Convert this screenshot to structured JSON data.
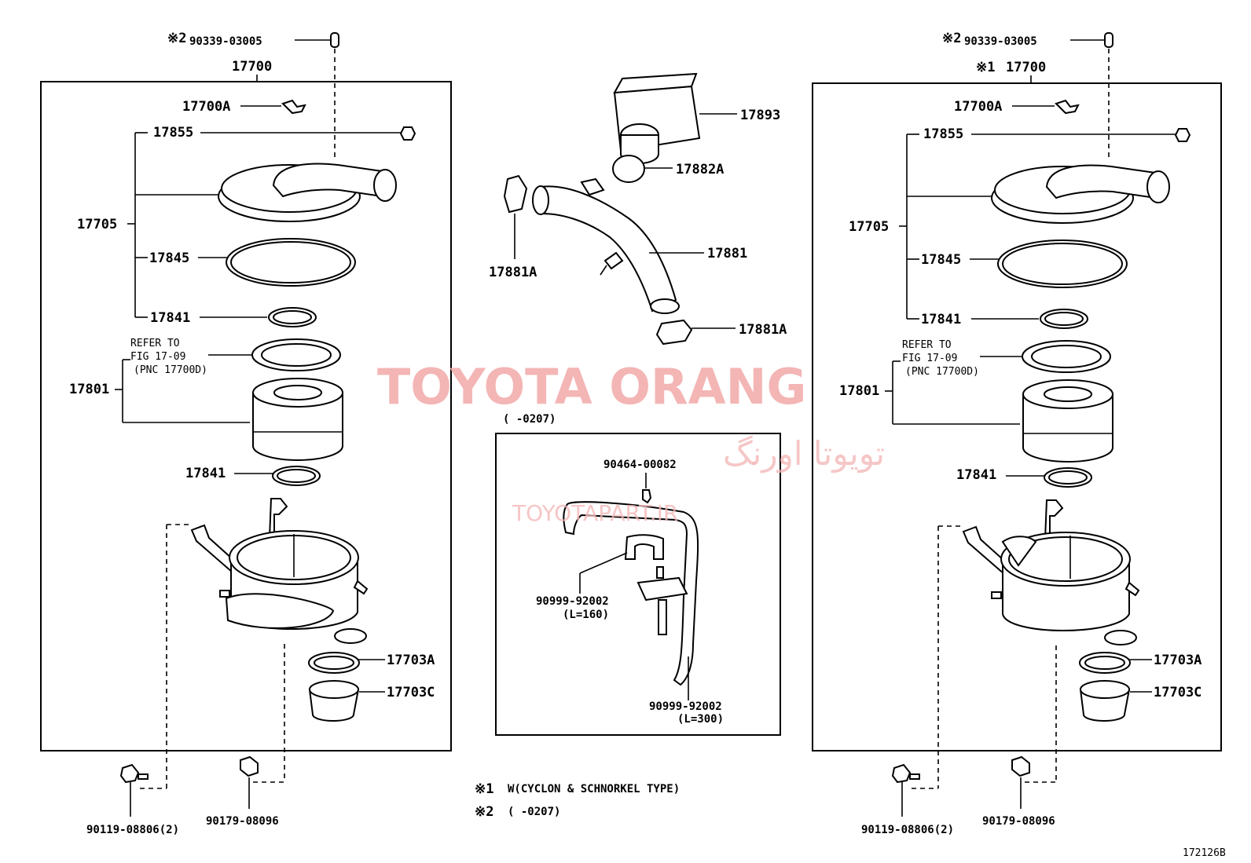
{
  "left_panel": {
    "note2": "※2",
    "pn_90339": "90339-03005",
    "pn_17700": "17700",
    "pn_17700A": "17700A",
    "pn_17855": "17855",
    "pn_17705": "17705",
    "pn_17845": "17845",
    "pn_17841_top": "17841",
    "refer_1": "REFER TO",
    "refer_2": "FIG 17-09",
    "refer_3": "(PNC 17700D)",
    "pn_17801": "17801",
    "pn_17841_low": "17841",
    "pn_17703A": "17703A",
    "pn_17703C": "17703C",
    "pn_90119": "90119-08806(2)",
    "pn_90179": "90179-08096"
  },
  "right_panel": {
    "note2": "※2",
    "pn_90339": "90339-03005",
    "note1": "※1",
    "pn_17700": "17700",
    "pn_17700A": "17700A",
    "pn_17855": "17855",
    "pn_17705": "17705",
    "pn_17845": "17845",
    "pn_17841_top": "17841",
    "refer_1": "REFER TO",
    "refer_2": "FIG 17-09",
    "refer_3": "(PNC 17700D)",
    "pn_17801": "17801",
    "pn_17841_low": "17841",
    "pn_17703A": "17703A",
    "pn_17703C": "17703C",
    "pn_90119": "90119-08806(2)",
    "pn_90179": "90179-08096"
  },
  "center": {
    "pn_17893": "17893",
    "pn_17882A": "17882A",
    "pn_17881": "17881",
    "pn_17881A_left": "17881A",
    "pn_17881A_right": "17881A",
    "inset_range": "(       -0207)",
    "pn_90464": "90464-00082",
    "pn_hose1": "90999-92002",
    "hose1_len": "(L=160)",
    "pn_hose2": "90999-92002",
    "hose2_len": "(L=300)"
  },
  "footnotes": {
    "n1_mark": "※1",
    "n1_text": "W(CYCLON & SCHNORKEL TYPE)",
    "n2_mark": "※2",
    "n2_text": "(       -0207)"
  },
  "watermark": {
    "brand": "TOYOTA ORANG",
    "persian": "تویوتا اورنگ",
    "site": "TOYOTAPART.IR"
  },
  "figure_id": "172126B"
}
